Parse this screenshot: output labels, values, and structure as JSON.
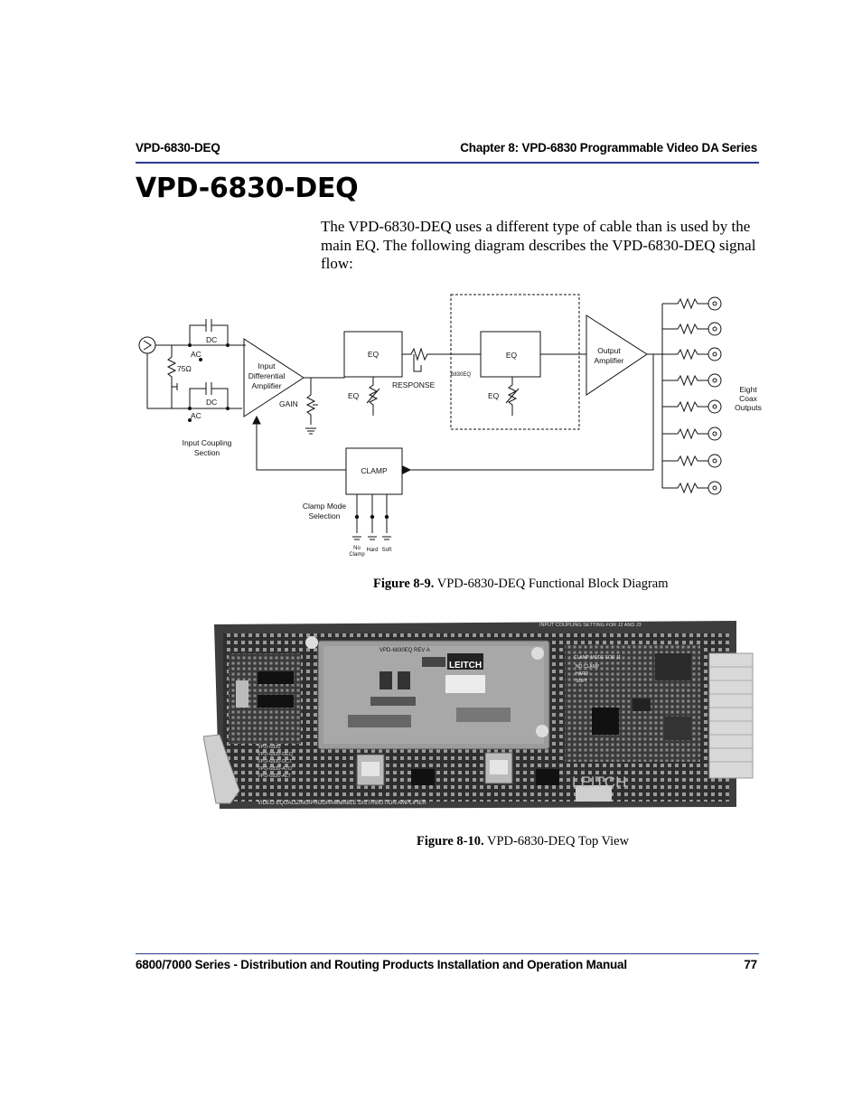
{
  "header": {
    "left": "VPD-6830-DEQ",
    "right": "Chapter 8: VPD-6830 Programmable Video DA Series"
  },
  "title": "VPD-6830-DEQ",
  "intro": "The VPD-6830-DEQ uses a different type of cable than is used by the main EQ. The following diagram describes the VPD-6830-DEQ signal flow:",
  "diagram": {
    "dc_top": "DC",
    "ac_top": "AC",
    "ohm": "75Ω",
    "dc_bottom": "DC",
    "ac_bottom": "AC",
    "input_amp": [
      "Input",
      "Differential",
      "Amplifier"
    ],
    "gain": "GAIN",
    "coupling_section": [
      "Input Coupling",
      "Section"
    ],
    "eq1": "EQ",
    "eq1_adj": "EQ",
    "response": "RESPONSE",
    "sub_board": "6830EQ",
    "eq2": "EQ",
    "eq2_adj": "EQ",
    "output_amp": [
      "Output",
      "Amplifier"
    ],
    "outputs_label": [
      "Eight",
      "Coax",
      "Outputs"
    ],
    "clamp": "CLAMP",
    "clamp_mode": [
      "Clamp Mode",
      "Selection"
    ],
    "no_clamp": [
      "No",
      "Clamp"
    ],
    "hard": "Hard",
    "soft": "Soft"
  },
  "figure1_caption": {
    "label": "Figure 8-9.",
    "text": "VPD-6830-DEQ Functional Block Diagram"
  },
  "board": {
    "top_text": "INPUT COUPLING SETTING FOR J2 AND J3",
    "module_label": "VPD-6830EQ REV A",
    "brand": "LEITCH",
    "brand_main": "LEITCH",
    "clamp_text": [
      "CLAMP MODE FOR J1",
      "NO CLAMP",
      "HARD",
      "SOFT"
    ],
    "bottom_text": "VIDEO EQUALIZING/PROGRAMMABLE  DISTRIBUTION AMPLIFIER",
    "models": [
      "VPD-6830",
      "VPD-6830-DEQ",
      "VPD-6830-DCT",
      "VPD-6830-ATO",
      "VPD-6830-ALT"
    ]
  },
  "figure2_caption": {
    "label": "Figure 8-10.",
    "text": "VPD-6830-DEQ Top View"
  },
  "footer": {
    "left": "6800/7000 Series - Distribution and Routing Products Installation and Operation Manual",
    "page": "77"
  }
}
